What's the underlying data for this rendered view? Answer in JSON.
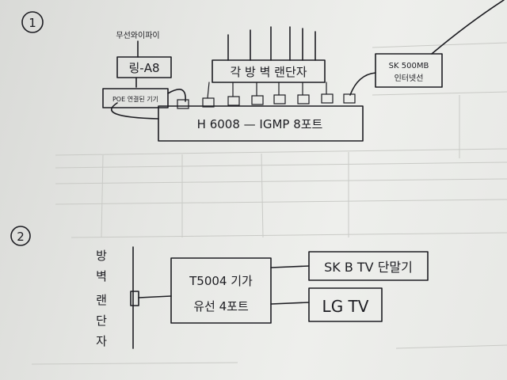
{
  "section1": {
    "number": "1",
    "wifi_label": "무선와이파이",
    "router": "링-A8",
    "poe": "POE 연결된 기기",
    "switch": "H 6008 — IGMP 8포트",
    "rooms": "각 방 벽 랜단자",
    "isp_line1": "SK 500MB",
    "isp_line2": "인터넷선"
  },
  "section2": {
    "number": "2",
    "wall_jack": [
      "방",
      "벽",
      "랜",
      "단",
      "자"
    ],
    "device_line1": "T5004 기가",
    "device_line2": "유선 4포트",
    "settop": "SK B TV 단말기",
    "tv": "LG TV"
  }
}
